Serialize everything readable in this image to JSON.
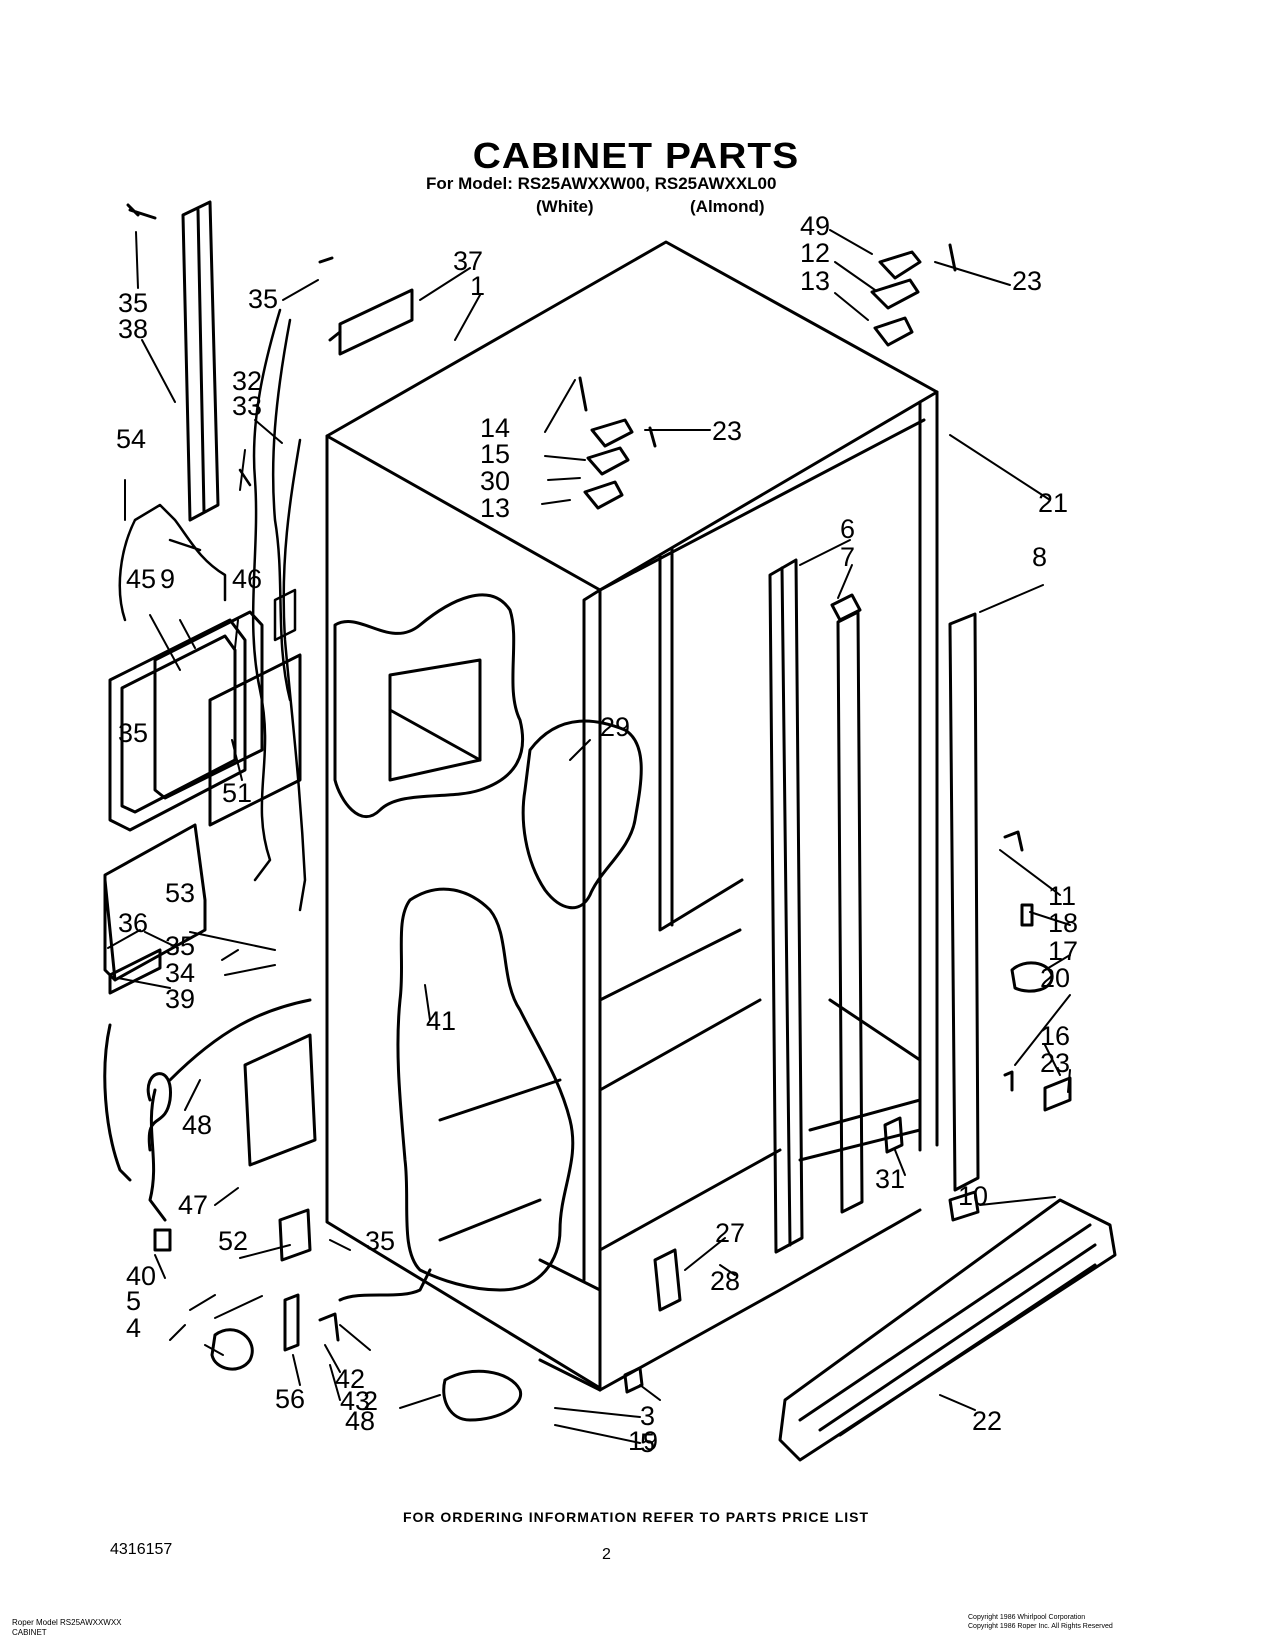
{
  "header": {
    "title": "CABINET PARTS",
    "model_line": "For Model: RS25AWXXW00, RS25AWXXL00",
    "variant_white": "(White)",
    "variant_almond": "(Almond)"
  },
  "footer": {
    "ordering_note": "FOR ORDERING INFORMATION REFER TO PARTS PRICE LIST",
    "document_number": "4316157",
    "page_number": "2",
    "fine_print_left": "Roper Model RS25AWXXWXX\nCABINET",
    "fine_print_right": "Copyright 1986 Whirlpool Corporation\nCopyright 1986 Roper Inc. All Rights Reserved"
  },
  "callouts": [
    "35",
    "38",
    "35",
    "37",
    "1",
    "32",
    "33",
    "54",
    "45",
    "9",
    "46",
    "51",
    "35",
    "36",
    "53",
    "35",
    "34",
    "39",
    "48",
    "47",
    "40",
    "52",
    "35",
    "5",
    "4",
    "56",
    "43",
    "42",
    "48",
    "2",
    "3",
    "5",
    "14",
    "15",
    "30",
    "13",
    "23",
    "29",
    "41",
    "49",
    "12",
    "13",
    "23",
    "21",
    "6",
    "7",
    "8",
    "11",
    "18",
    "17",
    "20",
    "16",
    "23",
    "31",
    "10",
    "27",
    "28",
    "19",
    "22"
  ],
  "icons": {
    "cabinet": "refrigerator-cabinet-illustration",
    "hinges": "hinge-part-icon",
    "grille": "toe-grille-icon"
  }
}
